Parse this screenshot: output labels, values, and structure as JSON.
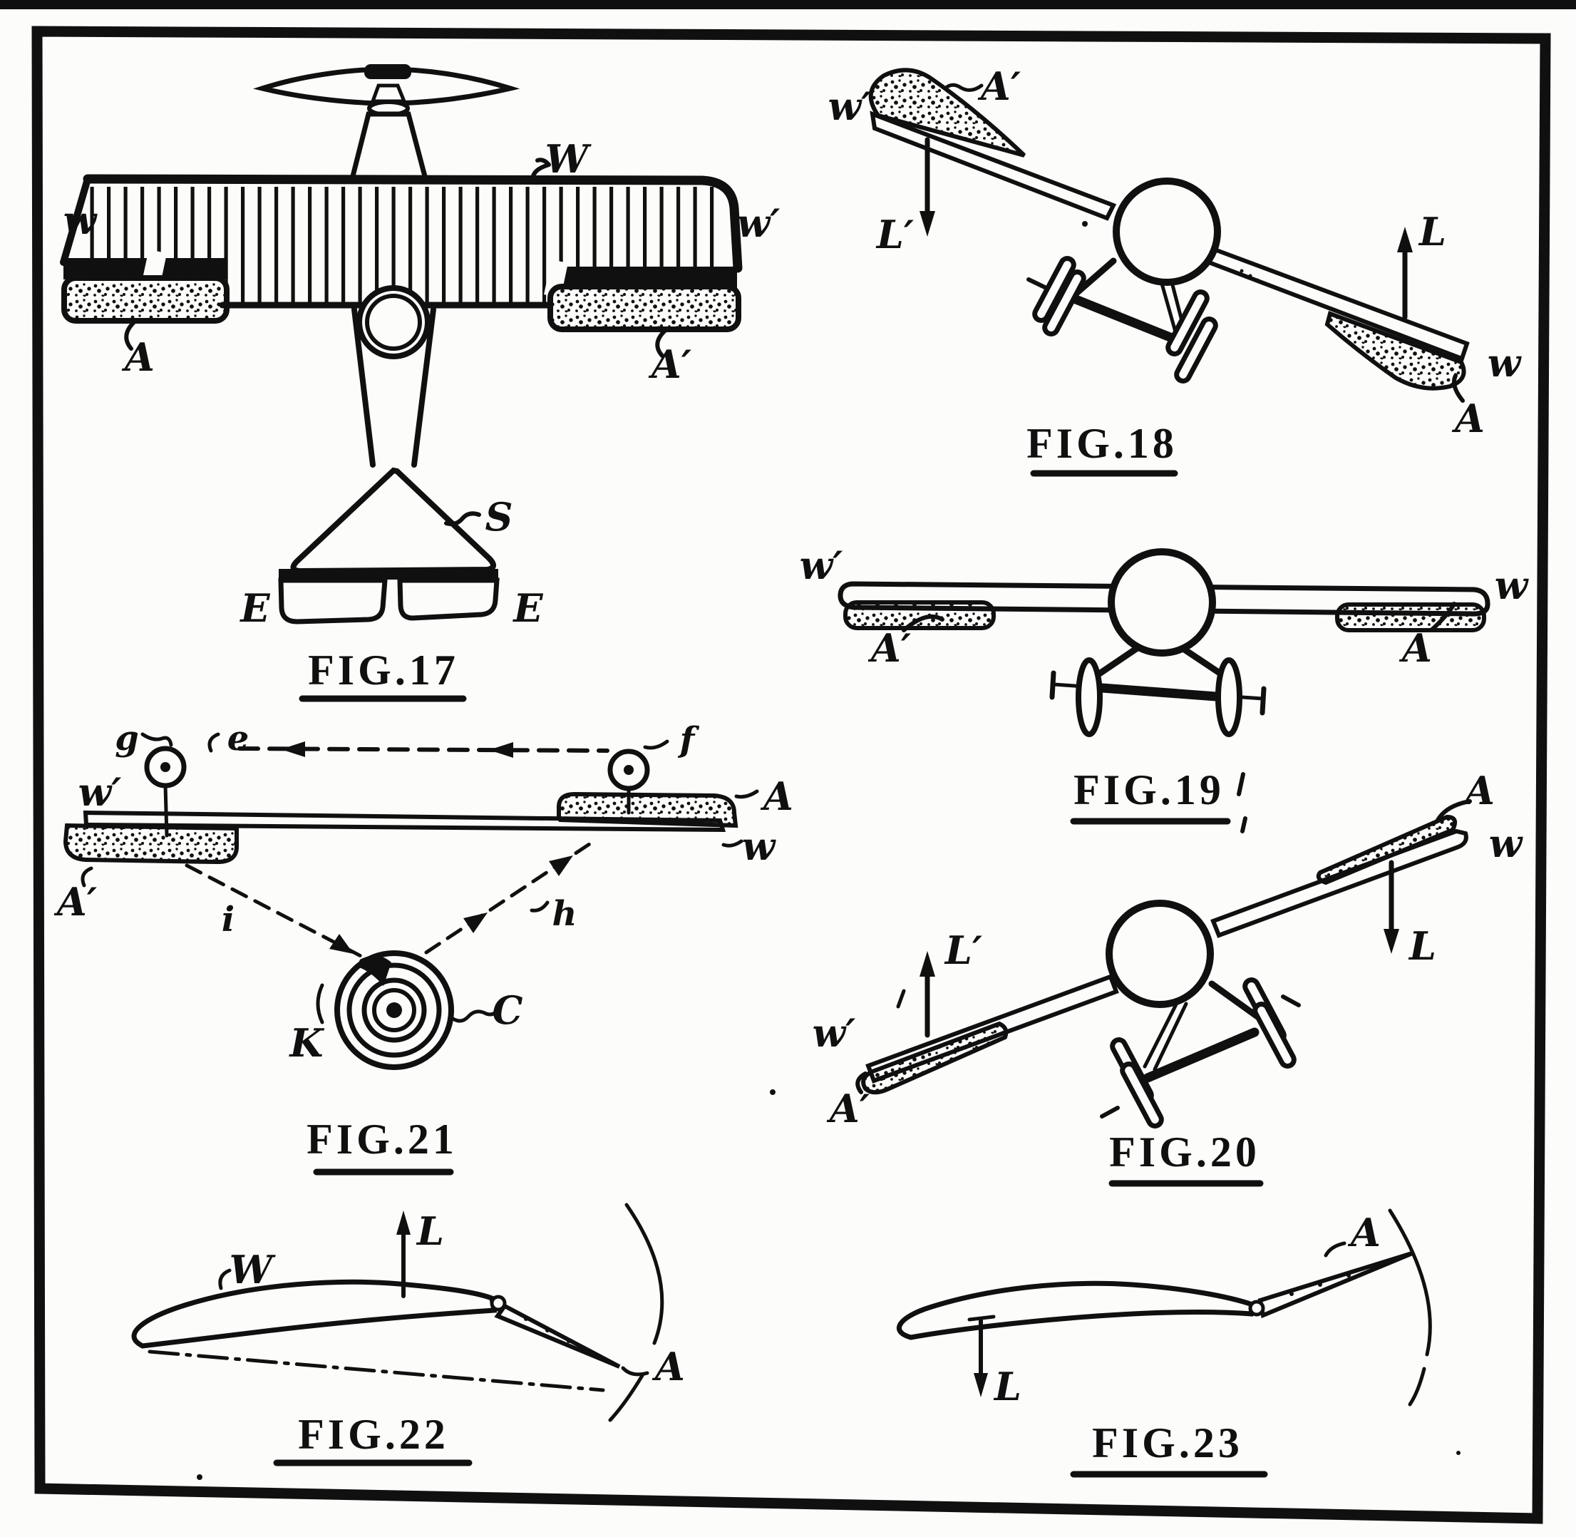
{
  "sheet": {
    "type": "patent-drawing-sheet",
    "ink_color": "#101010",
    "paper_color": "#fcfcfa",
    "figure_count": 7
  },
  "fig17": {
    "caption": "FIG.17",
    "labels": {
      "w": "w",
      "W": "W",
      "w2": "w′",
      "A": "A",
      "A2": "A′",
      "S": "S",
      "E_left": "E",
      "E_right": "E"
    }
  },
  "fig18": {
    "caption": "FIG.18",
    "labels": {
      "w2": "w′",
      "A2": "A′",
      "L2": "L′",
      "L": "L",
      "w": "w",
      "A": "A"
    }
  },
  "fig19": {
    "caption": "FIG.19",
    "labels": {
      "w2": "w′",
      "A2": "A′",
      "w": "w",
      "A": "A"
    }
  },
  "fig20": {
    "caption": "FIG.20",
    "labels": {
      "A": "A",
      "w": "w",
      "L": "L",
      "L2": "L′",
      "w2": "w′",
      "A2": "A′"
    }
  },
  "fig21": {
    "caption": "FIG.21",
    "labels": {
      "g": "g",
      "e": "e",
      "f": "f",
      "w2": "w′",
      "A": "A",
      "w": "w",
      "A2": "A′",
      "i": "i",
      "h": "h",
      "K": "K",
      "C": "C"
    }
  },
  "fig22": {
    "caption": "FIG.22",
    "labels": {
      "L": "L",
      "W": "W",
      "A": "A"
    }
  },
  "fig23": {
    "caption": "FIG.23",
    "labels": {
      "A": "A",
      "L": "L"
    }
  }
}
